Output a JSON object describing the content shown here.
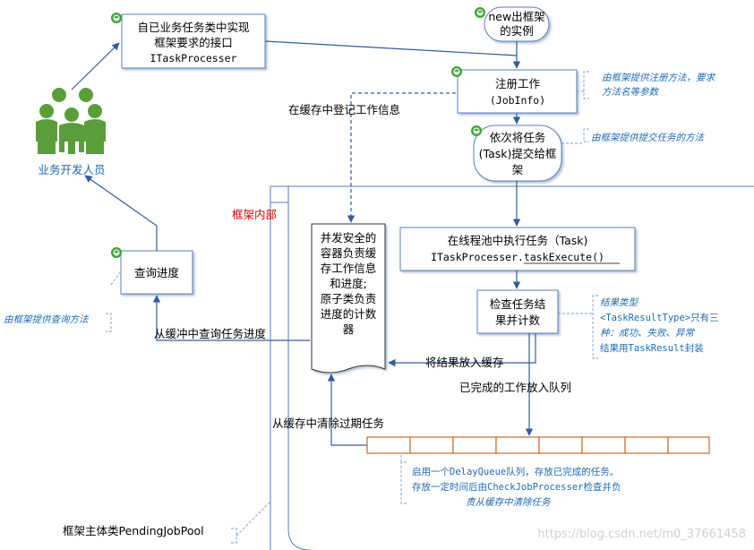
{
  "boxes": {
    "implement": [
      "自已业务任务类中实现",
      "框架要求的接口",
      "ITaskProcesser"
    ],
    "new_instance": [
      "new出框架",
      "的实例"
    ],
    "register": [
      "注册工作",
      "(JobInfo)"
    ],
    "submit": [
      "依次将任务",
      "(Task)提交给框",
      "架"
    ],
    "execute": [
      "在线程池中执行任务（Task)",
      "ITaskProcesser.taskExecute()"
    ],
    "check": [
      "检查任务结",
      "果并计数"
    ],
    "query": [
      "查询进度"
    ],
    "cache": [
      "并发安全的",
      "容器负责缓",
      "存工作信息",
      "和进度;",
      "原子类负责",
      "进度的计数",
      "器"
    ]
  },
  "labels": {
    "developer": "业务开发人员",
    "register_cache": "在缓存中登记工作信息",
    "framework_internal": "框架内部",
    "query_from_cache": "从缓冲中查询任务进度",
    "put_result": "将结果放入缓存",
    "done_queue": "已完成的工作放入队列",
    "clear_expired": "从缓存中清除过期任务",
    "main_class": "框架主体类PendingJobPool"
  },
  "notes": {
    "register_note": [
      "由框架提供注册方法，要求",
      "方法名等参数"
    ],
    "submit_note": "由框架提供提交任务的方法",
    "query_note": "由框架提供查询方法",
    "result_note": [
      "结果类型",
      "<TaskResultType>只有三",
      "种：成功、失败、异常",
      "结果用TaskResult封装"
    ],
    "queue_note": [
      "启用一个DelayQueue队列，存放已完成的任务。",
      "存放一定时间后由CheckJobProcesser检查并负",
      "责从缓存中清除任务"
    ]
  },
  "watermark": "https://blog.csdn.net/m0_37661458",
  "colors": {
    "box_border": "#5b7fb5",
    "box_shadow": "#8ea6c9",
    "arrow": "#2f5f9f",
    "note": "#1f6bb5",
    "queue": "#d2691e",
    "person": "#5a9e3a",
    "badge": "#3fa535"
  },
  "icons": [
    "people-icon",
    "badge-icon"
  ]
}
